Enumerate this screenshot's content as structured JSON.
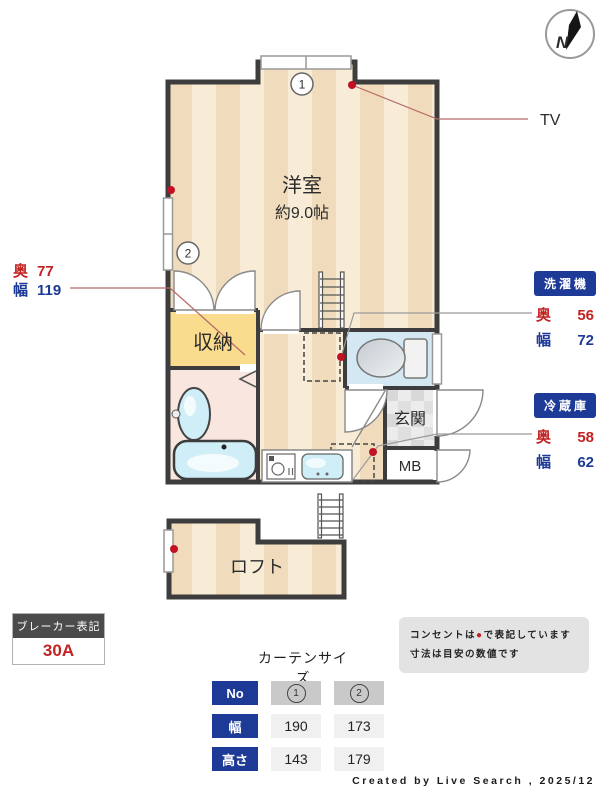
{
  "compass": {
    "north": "N"
  },
  "rooms": {
    "main": {
      "name": "洋室",
      "size": "約9.0帖"
    },
    "closet": "収納",
    "entrance": "玄関",
    "meter_box": "MB",
    "loft": "ロフト"
  },
  "window_tags": {
    "w1": "1",
    "w2": "2"
  },
  "tv_label": "TV",
  "dim_labels": {
    "closet": {
      "depth_label": "奥",
      "depth_value": "77",
      "width_label": "幅",
      "width_value": "119"
    },
    "washer": {
      "title": "洗濯機",
      "depth_label": "奥",
      "depth_value": "56",
      "width_label": "幅",
      "width_value": "72"
    },
    "fridge": {
      "title": "冷蔵庫",
      "depth_label": "奥",
      "depth_value": "58",
      "width_label": "幅",
      "width_value": "62"
    }
  },
  "breaker": {
    "title": "ブレーカー表記",
    "value": "30A"
  },
  "note": {
    "line1_before": "コンセントは",
    "dot": "●",
    "line1_after": "で表記しています",
    "line2": "寸法は目安の数値です"
  },
  "curtain_table": {
    "title": "カーテンサイズ",
    "corner": "No",
    "col1": "1",
    "col2": "2",
    "rows": [
      {
        "label": "幅",
        "v1": "190",
        "v2": "173"
      },
      {
        "label": "高さ",
        "v1": "143",
        "v2": "179"
      }
    ]
  },
  "credit": "Created by Live Search , 2025/12",
  "colors": {
    "accent_red": "#c32222",
    "accent_blue": "#1d3a96",
    "wall": "#3d3d3d",
    "floor_light": "#f8ecd6",
    "floor_dark": "#f0dcbd",
    "closet_fill": "#f9dc8d",
    "bath_fill": "#f9e6df",
    "toilet_fill": "#d3e8f3",
    "outlet_dot": "#c11122"
  }
}
